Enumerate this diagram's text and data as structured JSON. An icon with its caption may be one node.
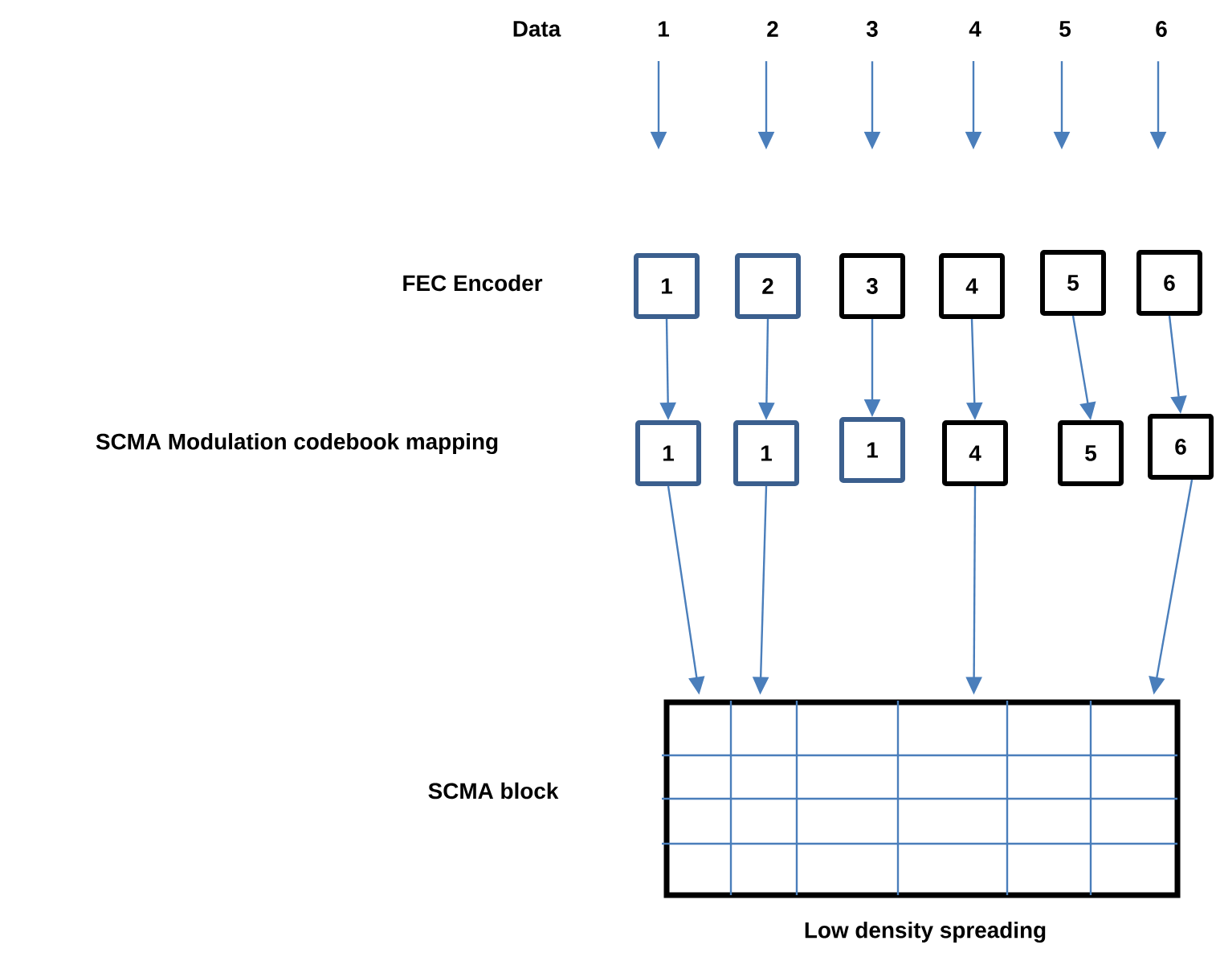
{
  "diagram": {
    "nodes": [
      {
        "text": [
          "1"
        ]
      },
      {
        "text": [
          "2"
        ]
      },
      {
        "text": [
          "3"
        ]
      },
      {
        "text": [
          "4"
        ]
      },
      {
        "text": [
          "5"
        ]
      },
      {
        "text": [
          "6"
        ]
      },
      {
        "text": [
          "1"
        ]
      },
      {
        "text": [
          "2"
        ]
      },
      {
        "text": [
          "3"
        ]
      },
      {
        "text": [
          "4"
        ]
      },
      {
        "text": [
          "5"
        ]
      },
      {
        "text": [
          "6"
        ]
      },
      {
        "text": [
          "1"
        ]
      },
      {
        "text": [
          "1"
        ]
      },
      {
        "text": [
          "1"
        ]
      },
      {
        "text": [
          "4"
        ]
      },
      {
        "text": [
          "5"
        ]
      },
      {
        "text": [
          "6"
        ]
      },
      {
        "text": [],
        "shape": "box",
        "beside": [
          "Low density spreading"
        ]
      }
    ],
    "edges": [
      {
        "from": 0,
        "to": null,
        "arrow": "to"
      },
      {
        "from": 1,
        "to": null,
        "arrow": "to"
      },
      {
        "from": 2,
        "to": null,
        "arrow": "to"
      },
      {
        "from": 3,
        "to": null,
        "arrow": "to"
      },
      {
        "from": 4,
        "to": null,
        "arrow": "to"
      },
      {
        "from": 5,
        "to": null,
        "arrow": "to"
      },
      {
        "from": 6,
        "to": 12,
        "arrow": "to"
      },
      {
        "from": 7,
        "to": 13,
        "arrow": "to"
      },
      {
        "from": 8,
        "to": 14,
        "arrow": "to"
      },
      {
        "from": 9,
        "to": 15,
        "arrow": "to"
      },
      {
        "from": 10,
        "to": 16,
        "arrow": "to"
      },
      {
        "from": 11,
        "to": 17,
        "arrow": "to"
      },
      {
        "from": 12,
        "to": 18,
        "arrow": "to"
      },
      {
        "from": 13,
        "to": 18,
        "arrow": "to"
      },
      {
        "from": 15,
        "to": 18,
        "arrow": "to"
      },
      {
        "from": 17,
        "to": 18,
        "arrow": "to"
      }
    ],
    "labels": [
      "Data",
      "FEC Encoder",
      "SCMA Modulation codebook mapping",
      "SCMA block"
    ]
  }
}
